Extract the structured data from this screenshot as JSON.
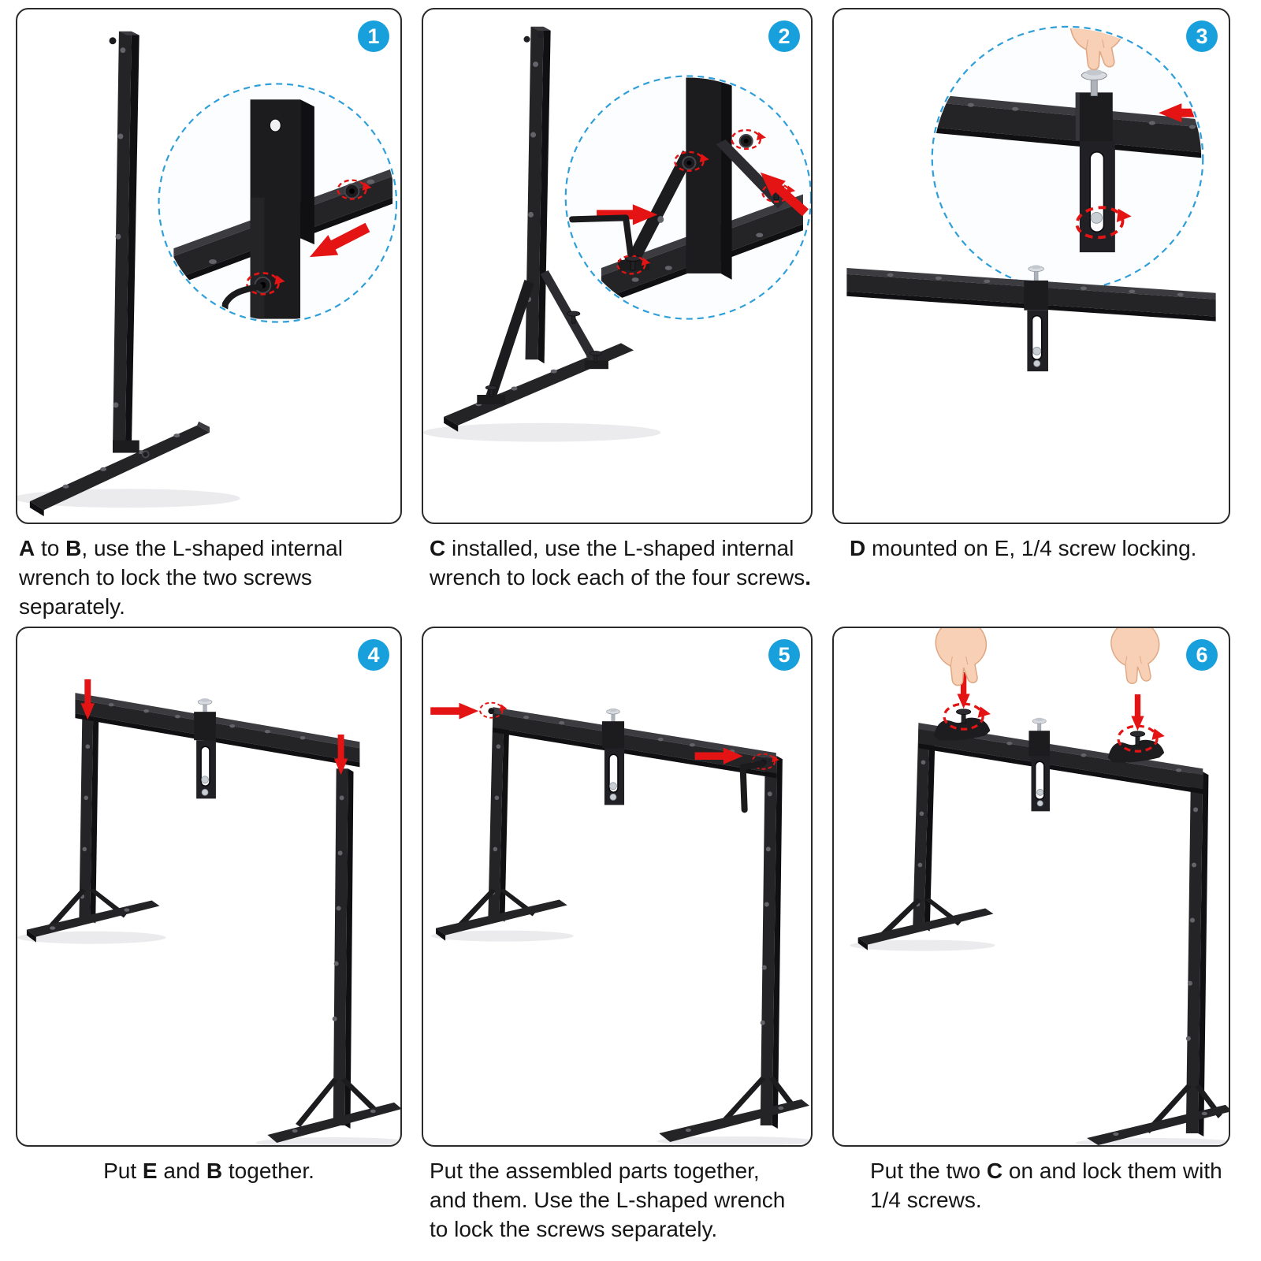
{
  "document": {
    "kind": "assembly instruction sheet",
    "steps_total": "6"
  },
  "colors": {
    "badge_blue": "#18a0dc",
    "arrow_red": "#e41414",
    "magnifier_dash_blue": "#2f9fd9",
    "metal_black": "#232327",
    "panel_border": "#2b2b2b",
    "caption_text": "#161616",
    "hand_skin": "#f7d0b5",
    "screw_silver": "#c9cdd4"
  },
  "icons": {
    "step_badge": "blue-numbered-circle",
    "magnifier": "dashed-zoom-circle-icon",
    "red_arrow": "solid-red-arrow-icon",
    "rotation": "red-dashed-rotation-arrow-icon",
    "wrench": "l-shaped-allen-wrench-icon",
    "hand": "pinching-hand-icon",
    "thumb_screw": "quarter-inch-thumb-screw-icon"
  },
  "panels": [
    {
      "number": "1",
      "caption": [
        {
          "text": "A",
          "bold": true
        },
        {
          "text": " to ",
          "bold": false
        },
        {
          "text": "B",
          "bold": true
        },
        {
          "text": ", use the L-shaped internal wrench to lock the two screws separately.",
          "bold": false
        }
      ],
      "icons": [
        "magnifier",
        "rotation",
        "wrench",
        "red_arrow"
      ]
    },
    {
      "number": "2",
      "caption": [
        {
          "text": "C",
          "bold": true
        },
        {
          "text": " installed, use the L-shaped internal wrench to lock each of the four screws",
          "bold": false
        },
        {
          "text": ".",
          "bold": true
        }
      ],
      "icons": [
        "magnifier",
        "rotation",
        "wrench",
        "red_arrow"
      ]
    },
    {
      "number": "3",
      "caption": [
        {
          "text": "D",
          "bold": true
        },
        {
          "text": " mounted on E, 1/4 screw locking.",
          "bold": false
        }
      ],
      "icons": [
        "magnifier",
        "hand",
        "thumb_screw",
        "red_arrow",
        "rotation"
      ]
    },
    {
      "number": "4",
      "caption": [
        {
          "text": "Put ",
          "bold": false
        },
        {
          "text": "E",
          "bold": true
        },
        {
          "text": " and ",
          "bold": false
        },
        {
          "text": "B",
          "bold": true
        },
        {
          "text": " together.",
          "bold": false
        }
      ],
      "icons": [
        "red_arrow",
        "thumb_screw"
      ]
    },
    {
      "number": "5",
      "caption": [
        {
          "text": "Put the assembled parts together, and them. Use the L-shaped wrench to lock the screws separately.",
          "bold": false
        }
      ],
      "icons": [
        "red_arrow",
        "rotation",
        "wrench"
      ]
    },
    {
      "number": "6",
      "caption": [
        {
          "text": "Put the two ",
          "bold": false
        },
        {
          "text": "C",
          "bold": true
        },
        {
          "text": " on and lock them with 1/4 screws.",
          "bold": false
        }
      ],
      "icons": [
        "hand",
        "red_arrow",
        "rotation",
        "thumb_screw"
      ]
    }
  ]
}
